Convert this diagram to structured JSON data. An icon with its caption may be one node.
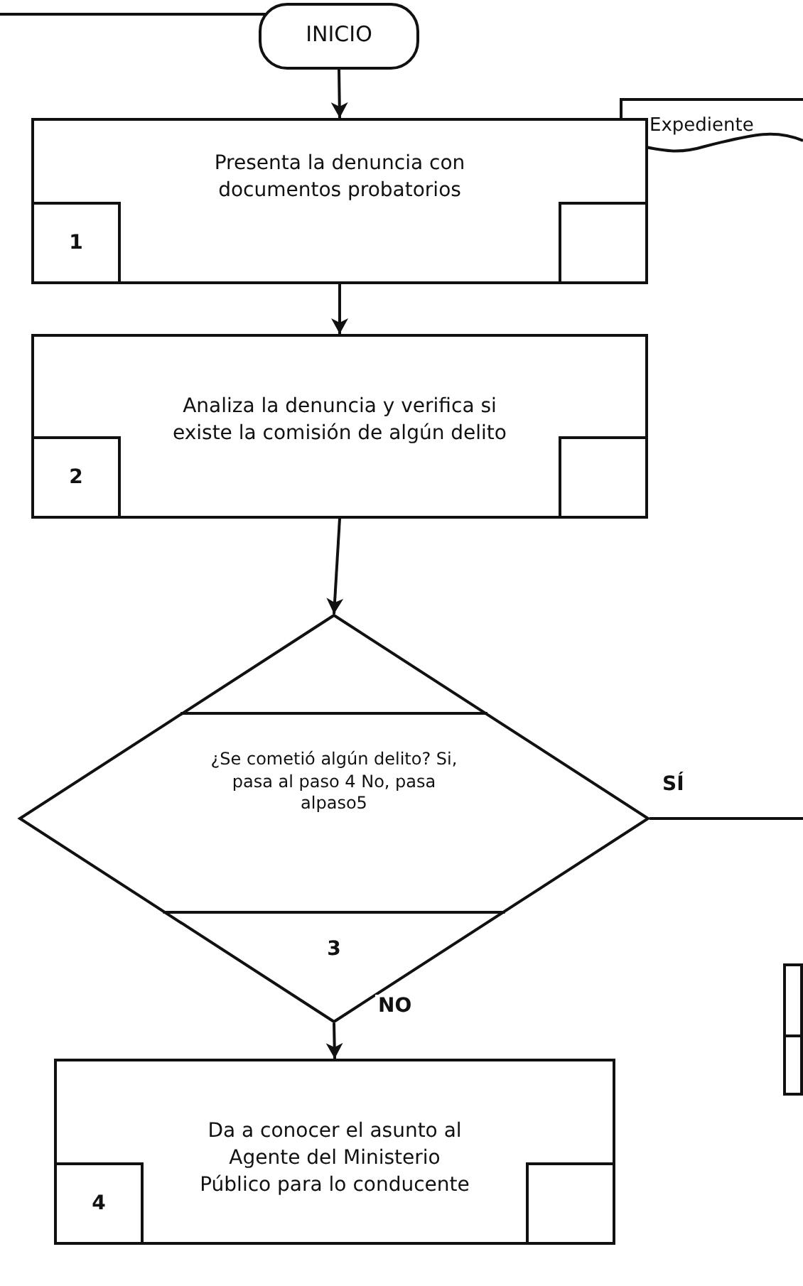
{
  "diagram": {
    "nodes": [
      {
        "text": [
          "INICIO"
        ]
      },
      {
        "text": [
          "Presenta la denuncia con documentos probatorios",
          "1"
        ]
      },
      {
        "text": [
          "Expediente"
        ]
      },
      {
        "text": [
          "Analiza la denuncia y verifica si existe la comisión de algún delito",
          "2"
        ]
      },
      {
        "text": [
          "¿Se cometió algún delito? Si, pasa al paso 4 No, pasa alpaso5",
          "3"
        ]
      },
      {
        "text": [
          "Da a conocer el asunto al Agente del Ministerio Público para lo conducente",
          "4"
        ]
      },
      {
        "text": [],
        "shape": "box"
      }
    ],
    "edges": [
      {
        "from": 0,
        "to": 1,
        "arrow": "to"
      },
      {
        "from": 1,
        "to": 3,
        "arrow": "to"
      },
      {
        "from": 3,
        "to": 4,
        "arrow": "to"
      },
      {
        "from": 4,
        "to": 5,
        "arrow": "to",
        "label": "NO"
      },
      {
        "from": 4,
        "to": null,
        "arrow": "none",
        "label": "SÍ"
      }
    ]
  }
}
